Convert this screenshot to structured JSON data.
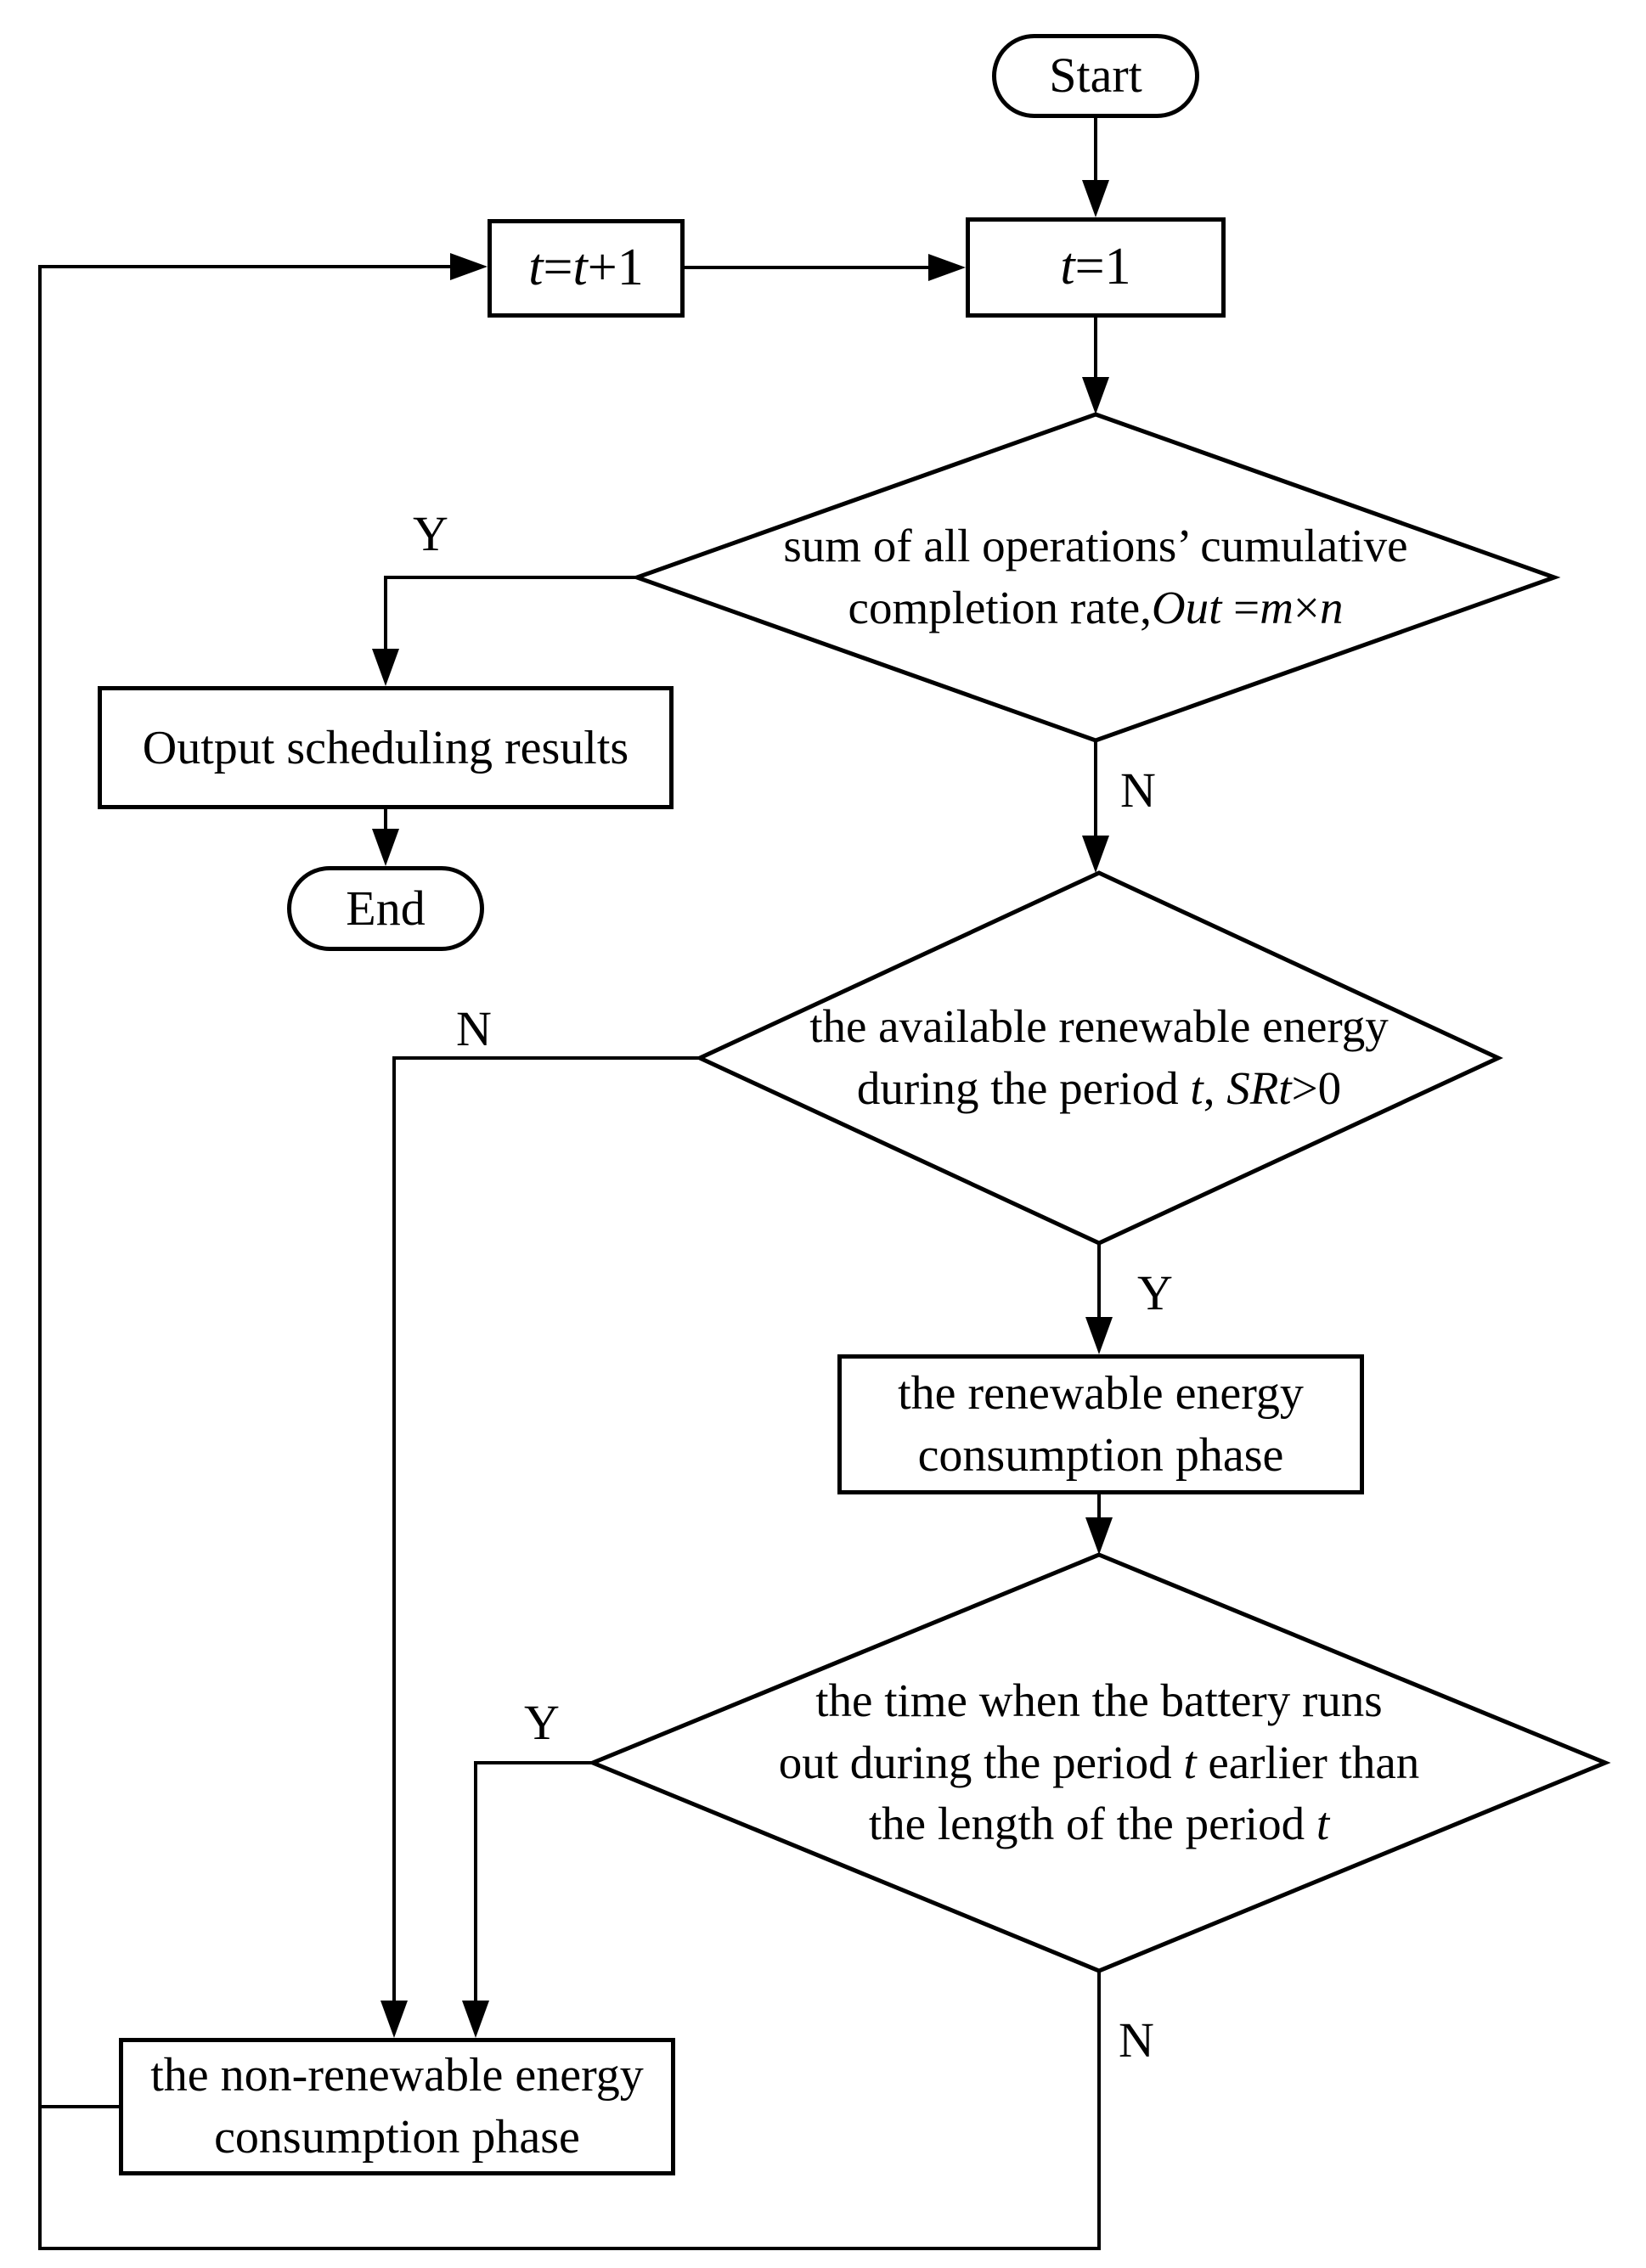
{
  "palette": {
    "ink": "#000000",
    "paper": "#ffffff"
  },
  "nodes": {
    "start": {
      "label": "Start"
    },
    "increment": {
      "rich": [
        {
          "t": "t",
          "i": true
        },
        {
          "t": "=",
          "i": false
        },
        {
          "t": "t",
          "i": true
        },
        {
          "t": "+1",
          "i": false
        }
      ]
    },
    "init": {
      "rich": [
        {
          "t": "t",
          "i": true
        },
        {
          "t": "=1",
          "i": false
        }
      ]
    },
    "decision1": {
      "lines": [
        [
          {
            "t": "sum of all operations’ cumulative",
            "i": false
          }
        ],
        [
          {
            "t": "completion rate,",
            "i": false
          },
          {
            "t": "Out",
            "i": true
          },
          {
            "t": " =",
            "i": false
          },
          {
            "t": "m",
            "i": true
          },
          {
            "t": "×",
            "i": false
          },
          {
            "t": "n",
            "i": true
          }
        ]
      ]
    },
    "output": {
      "label": "Output scheduling results"
    },
    "end": {
      "label": "End"
    },
    "decision2": {
      "lines": [
        [
          {
            "t": "the available renewable energy",
            "i": false
          }
        ],
        [
          {
            "t": "during the period ",
            "i": false
          },
          {
            "t": "t",
            "i": true
          },
          {
            "t": ", ",
            "i": false
          },
          {
            "t": "SRt",
            "i": true
          },
          {
            "t": ">0",
            "i": false
          }
        ]
      ]
    },
    "renewable": {
      "lines": [
        [
          {
            "t": "the renewable energy",
            "i": false
          }
        ],
        [
          {
            "t": "consumption phase",
            "i": false
          }
        ]
      ]
    },
    "decision3": {
      "lines": [
        [
          {
            "t": "the time when the battery runs",
            "i": false
          }
        ],
        [
          {
            "t": "out during the period ",
            "i": false
          },
          {
            "t": "t",
            "i": true
          },
          {
            "t": " earlier than",
            "i": false
          }
        ],
        [
          {
            "t": "the length of the period ",
            "i": false
          },
          {
            "t": "t",
            "i": true
          }
        ]
      ]
    },
    "nonrenewable": {
      "lines": [
        [
          {
            "t": "the non-renewable energy",
            "i": false
          }
        ],
        [
          {
            "t": "consumption phase",
            "i": false
          }
        ]
      ]
    }
  },
  "edge_labels": {
    "decision1_yes": "Y",
    "decision1_no": "N",
    "decision2_yes": "Y",
    "decision2_no": "N",
    "decision3_yes": "Y",
    "decision3_no": "N"
  }
}
